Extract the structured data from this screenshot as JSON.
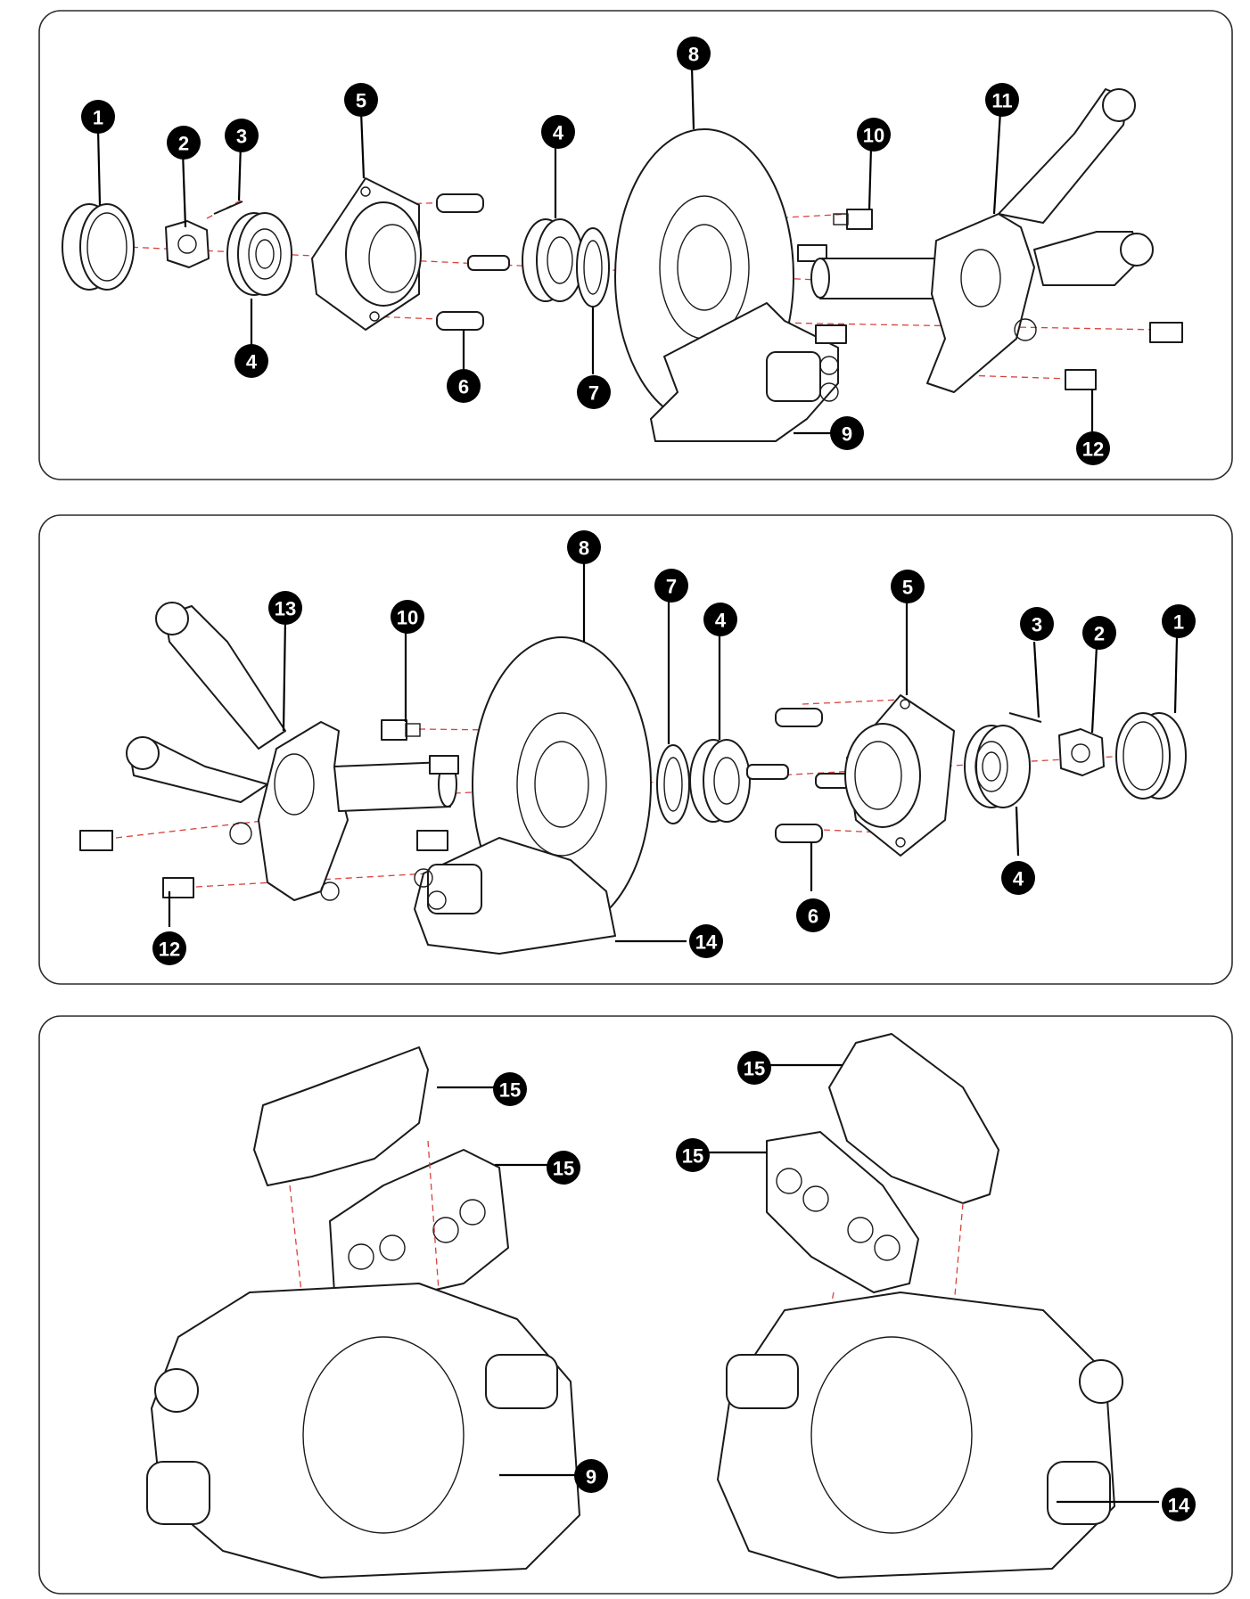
{
  "panels": [
    {
      "name": "panel-front-left-hub-assembly"
    },
    {
      "name": "panel-front-right-hub-assembly"
    },
    {
      "name": "panel-brake-caliper-pads"
    }
  ],
  "callouts": {
    "p1": [
      "1",
      "2",
      "3",
      "5",
      "4",
      "4",
      "6",
      "7",
      "8",
      "10",
      "11",
      "9",
      "12"
    ],
    "p2": [
      "8",
      "7",
      "4",
      "5",
      "3",
      "2",
      "1",
      "13",
      "10",
      "12",
      "14",
      "6",
      "4"
    ],
    "p3": [
      "15",
      "15",
      "9",
      "15",
      "15",
      "14"
    ]
  },
  "colors": {
    "panel_border": "#2b2b2b",
    "line_art": "#1a1a1a",
    "axis_dash": "#d9423b",
    "callout_fill": "#000000",
    "callout_text": "#ffffff"
  }
}
